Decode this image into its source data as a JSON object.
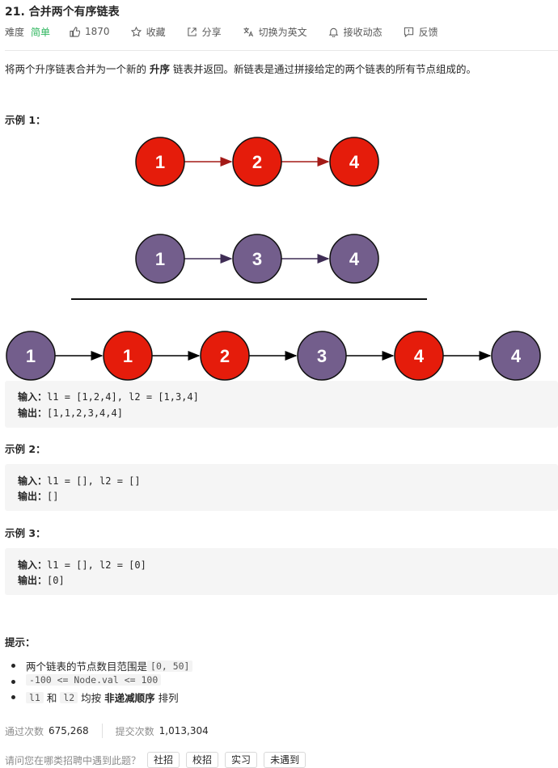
{
  "problem": {
    "title": "21. 合并两个有序链表",
    "difficulty_label": "难度",
    "difficulty": "简单",
    "likes": "1870",
    "favorite": "收藏",
    "share": "分享",
    "switch_lang": "切换为英文",
    "notify": "接收动态",
    "feedback": "反馈"
  },
  "description": {
    "before": "将两个升序链表合并为一个新的 ",
    "bold": "升序",
    "after": " 链表并返回。新链表是通过拼接给定的两个链表的所有节点组成的。"
  },
  "examples": [
    {
      "title": "示例 1：",
      "input_label": "输入：",
      "input": "l1 = [1,2,4], l2 = [1,3,4]",
      "output_label": "输出：",
      "output": "[1,1,2,3,4,4]"
    },
    {
      "title": "示例 2：",
      "input_label": "输入：",
      "input": "l1 = [], l2 = []",
      "output_label": "输出：",
      "output": "[]"
    },
    {
      "title": "示例 3：",
      "input_label": "输入：",
      "input": "l1 = [], l2 = [0]",
      "output_label": "输出：",
      "output": "[0]"
    }
  ],
  "diagram": {
    "list1": [
      "1",
      "2",
      "4"
    ],
    "list2": [
      "1",
      "3",
      "4"
    ],
    "merged": [
      {
        "value": "1",
        "from": "list2"
      },
      {
        "value": "1",
        "from": "list1"
      },
      {
        "value": "2",
        "from": "list1"
      },
      {
        "value": "3",
        "from": "list2"
      },
      {
        "value": "4",
        "from": "list1"
      },
      {
        "value": "4",
        "from": "list2"
      }
    ],
    "colors": {
      "list1": "#e51c0b",
      "list2": "#735e8c",
      "arrow1": "#a31a17",
      "arrow2": "#3f2d55",
      "arrow_merged": "#000000"
    }
  },
  "hints": {
    "title": "提示：",
    "h1_text": "两个链表的节点数目范围是 ",
    "h1_code": "[0, 50]",
    "h2_code": "-100 <= Node.val <= 100",
    "h3_code1": "l1",
    "h3_mid": " 和 ",
    "h3_code2": "l2",
    "h3_text": " 均按 ",
    "h3_bold": "非递减顺序",
    "h3_tail": " 排列"
  },
  "stats": {
    "accepted_label": "通过次数",
    "accepted": "675,268",
    "submitted_label": "提交次数",
    "submitted": "1,013,304"
  },
  "interview": {
    "question": "请问您在哪类招聘中遇到此题？",
    "options": [
      "社招",
      "校招",
      "实习",
      "未遇到"
    ]
  }
}
